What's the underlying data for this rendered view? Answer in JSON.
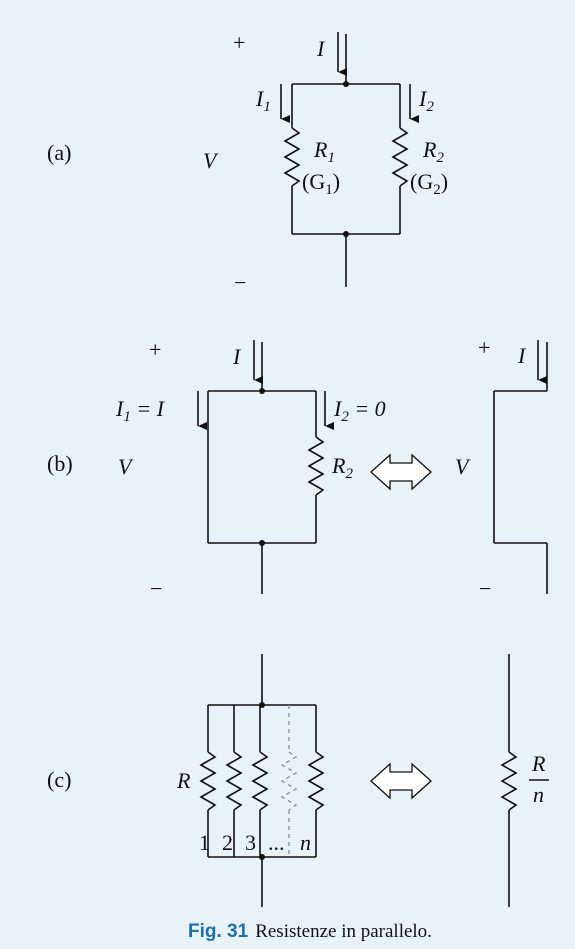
{
  "diagram": {
    "panel_a": {
      "label": "(a)",
      "plus": "+",
      "minus": "−",
      "voltage": "V",
      "current_total": "I",
      "current_1": "I",
      "current_1_sub": "1",
      "current_2": "I",
      "current_2_sub": "2",
      "r1": "R",
      "r1_sub": "1",
      "g1_open": "(G",
      "g1_sub": "1",
      "g1_close": ")",
      "r2": "R",
      "r2_sub": "2",
      "g2_open": "(G",
      "g2_sub": "2",
      "g2_close": ")"
    },
    "panel_b": {
      "label": "(b)",
      "plus": "+",
      "minus": "−",
      "voltage": "V",
      "current_total": "I",
      "current_1": "I",
      "current_1_sub": "1",
      "current_1_eq": " = I",
      "current_2": "I",
      "current_2_sub": "2",
      "current_2_eq": " = 0",
      "r2": "R",
      "r2_sub": "2",
      "right_plus": "+",
      "right_minus": "−",
      "right_voltage": "V",
      "right_current": "I"
    },
    "panel_c": {
      "label": "(c)",
      "r": "R",
      "idx_1": "1",
      "idx_2": "2",
      "idx_3": "3",
      "idx_dots": "...",
      "idx_n": "n",
      "eq_num": "R",
      "eq_den": "n"
    }
  },
  "caption": {
    "fig": "Fig. 31",
    "text": "Resistenze in parallelo."
  },
  "colors": {
    "background": "#e8f2f9",
    "caption_accent": "#1f6fa8",
    "dashed": "#8a96a0"
  }
}
